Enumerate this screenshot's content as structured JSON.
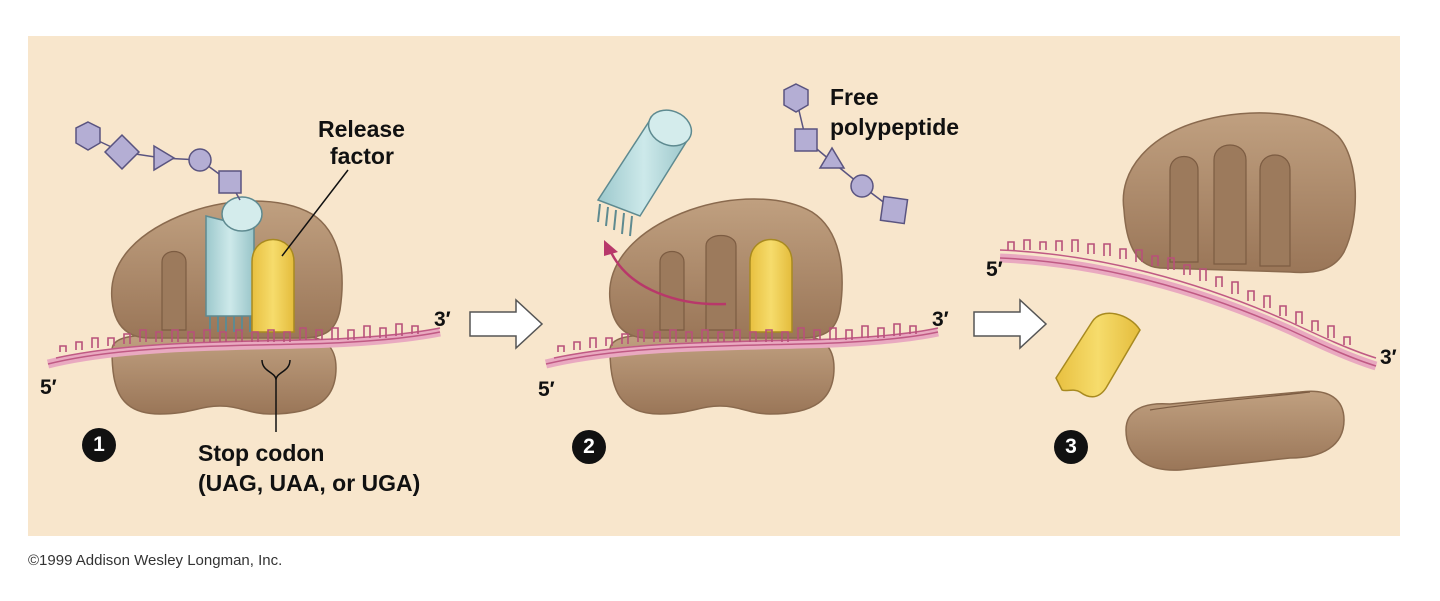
{
  "labels": {
    "release_factor_line1": "Release",
    "release_factor_line2": "factor",
    "free_polypeptide_line1": "Free",
    "free_polypeptide_line2": "polypeptide",
    "stop_codon_line1": "Stop codon",
    "stop_codon_line2": "(UAG, UAA, or UGA)"
  },
  "ends": {
    "three_prime": "3′",
    "five_prime": "5′"
  },
  "steps": [
    "1",
    "2",
    "3"
  ],
  "copyright": "©1999 Addison Wesley Longman, Inc.",
  "colors": {
    "background": "#f8e6cc",
    "ribosome": "#a88464",
    "release_factor": "#f2d255",
    "trna": "#b6dcdc",
    "mrna": "#d98aa8",
    "polypeptide": "#b4aed4",
    "arrow": "#b8386a"
  }
}
